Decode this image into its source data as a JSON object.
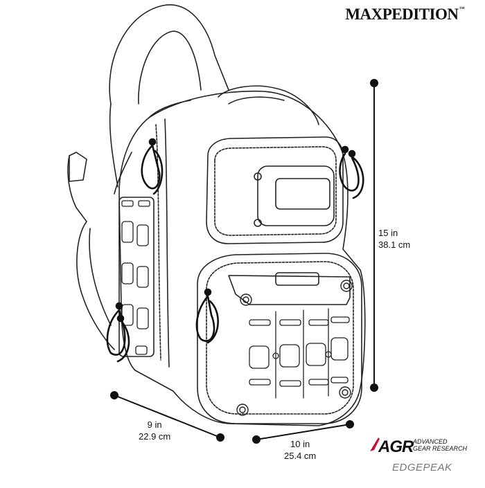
{
  "brand": {
    "logo_text": "MAXPEDITION",
    "trademark": "™"
  },
  "dimensions": {
    "height": {
      "imperial": "15 in",
      "metric": "38.1 cm"
    },
    "depth": {
      "imperial": "9 in",
      "metric": "22.9 cm"
    },
    "width": {
      "imperial": "10 in",
      "metric": "25.4 cm"
    }
  },
  "agr_logo": {
    "mark": "AGR",
    "line1": "ADVANCED",
    "line2": "GEAR RESEARCH",
    "accent_color": "#c8102e"
  },
  "product_name": "EDGEPEAK",
  "colors": {
    "line": "#222222",
    "background": "#ffffff"
  }
}
